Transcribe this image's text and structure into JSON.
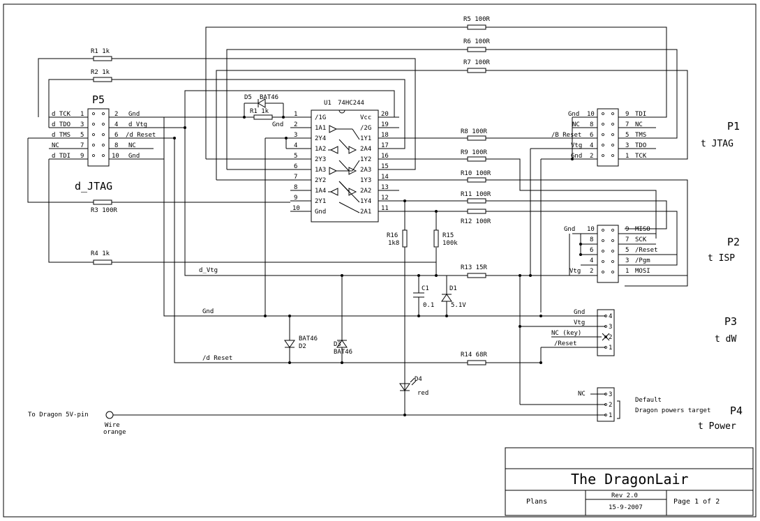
{
  "frame": {
    "title": "The DragonLair",
    "left_label": "Plans",
    "rev": "Rev 2.0",
    "date": "15-9-2007",
    "page": "Page 1 of 2"
  },
  "connectors": {
    "p5": {
      "title": "P5",
      "caption": "d_JTAG",
      "left": [
        "d_TCK",
        "d_TDO",
        "d_TMS",
        "NC",
        "d_TDI"
      ],
      "left_nums": [
        "1",
        "3",
        "5",
        "7",
        "9"
      ],
      "right_nums": [
        "2",
        "4",
        "6",
        "8",
        "10"
      ],
      "right": [
        "Gnd",
        "d_Vtg",
        "/d_Reset",
        "NC",
        "Gnd"
      ]
    },
    "p1": {
      "title": "P1",
      "subtitle": "t JTAG",
      "left": [
        "Gnd",
        "NC",
        "/B_Reset",
        "Vtg",
        "Gnd"
      ],
      "left_nums": [
        "10",
        "8",
        "6",
        "4",
        "2"
      ],
      "right_nums": [
        "9",
        "7",
        "5",
        "3",
        "1"
      ],
      "right": [
        "TDI",
        "NC",
        "TMS",
        "TDO",
        "TCK"
      ]
    },
    "p2": {
      "title": "P2",
      "subtitle": "t ISP",
      "left": [
        "Gnd",
        "",
        "",
        "",
        "Vtg"
      ],
      "left_nums": [
        "10",
        "8",
        "6",
        "4",
        "2"
      ],
      "right_nums": [
        "9",
        "7",
        "5",
        "3",
        "1"
      ],
      "right": [
        "MISO",
        "SCK",
        "/Reset",
        "/Pgm",
        "MOSI"
      ]
    },
    "p3": {
      "title": "P3",
      "subtitle": "t dW",
      "labels": [
        "Gnd",
        "Vtg",
        "NC (key)",
        "/Reset"
      ],
      "nums": [
        "4",
        "3",
        "2",
        "1"
      ]
    },
    "p4": {
      "title": "P4",
      "subtitle": "t Power",
      "labels": [
        "NC",
        "",
        ""
      ],
      "nums": [
        "3",
        "2",
        "1"
      ],
      "note1": "Default",
      "note2": "Dragon powers target"
    }
  },
  "ic": {
    "ref": "U1",
    "part": "74HC244",
    "left_pins": [
      "1",
      "2",
      "3",
      "4",
      "5",
      "6",
      "7",
      "8",
      "9",
      "10"
    ],
    "left_names": [
      "/1G",
      "1A1",
      "2Y4",
      "1A2",
      "2Y3",
      "1A3",
      "2Y2",
      "1A4",
      "2Y1",
      "Gnd"
    ],
    "right_pins": [
      "20",
      "19",
      "18",
      "17",
      "16",
      "15",
      "14",
      "13",
      "12",
      "11"
    ],
    "right_names": [
      "Vcc",
      "/2G",
      "1Y1",
      "2A4",
      "1Y2",
      "2A3",
      "1Y3",
      "2A2",
      "1Y4",
      "2A1"
    ]
  },
  "parts": {
    "r1": "R1  1k",
    "r2": "R2  1k",
    "r3": "R3  100R",
    "r4": "R4  1k",
    "r5": "R5  100R",
    "r6": "R6  100R",
    "r7": "R7  100R",
    "r8": "R8  100R",
    "r9": "R9  100R",
    "r10": "R10  100R",
    "r11": "R11  100R",
    "r12": "R12  100R",
    "r13": "R13  15R",
    "r14": "R14  68R",
    "r15_ref": "R15",
    "r15_val": "100k",
    "r16_ref": "R16",
    "r16_val": "1k8",
    "d5_ref": "D5",
    "d5_val": "BAT46",
    "r1b": "R1  1k",
    "c1_ref": "C1",
    "c1_val": "0.1",
    "d1_ref": "D1",
    "d1_val": "5.1V",
    "d2_val": "BAT46",
    "d2_ref": "D2",
    "d3_ref": "D3",
    "d3_val": "BAT46",
    "d4_ref": "D4",
    "d4_val": "red"
  },
  "nets": {
    "gnd_u1": "Gnd",
    "d_vtg": "d_Vtg",
    "gnd": "Gnd",
    "d_reset": "/d Reset",
    "dragon": "To Dragon 5V-pin",
    "wire1": "Wire",
    "wire2": "orange"
  }
}
